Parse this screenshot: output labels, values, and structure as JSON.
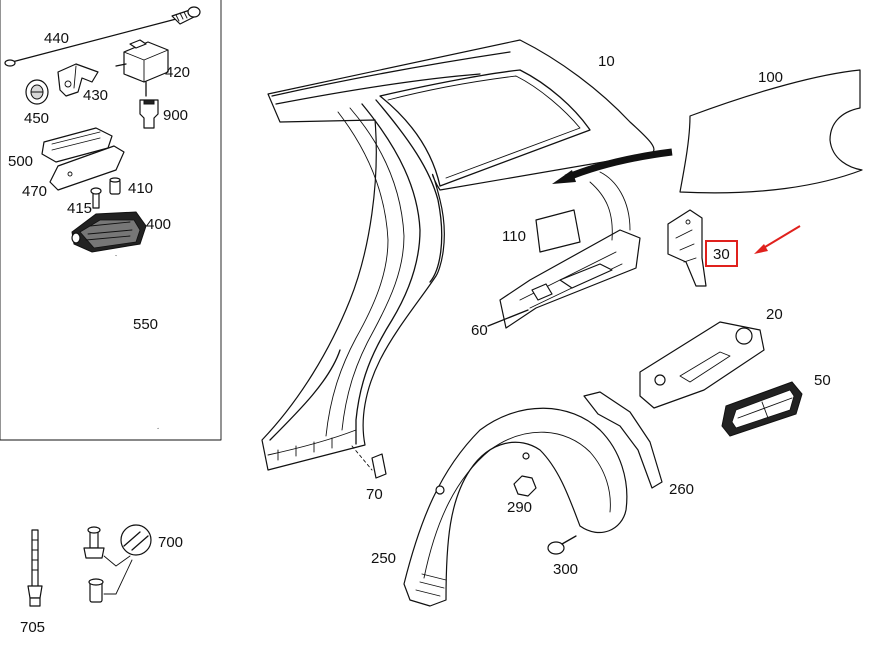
{
  "colors": {
    "line": "#111111",
    "highlight": "#e0211d",
    "background": "#ffffff"
  },
  "highlighted_part": "30",
  "parts": {
    "p440": "440",
    "p450": "450",
    "p430": "430",
    "p420": "420",
    "p900": "900",
    "p500": "500",
    "p470": "470",
    "p410": "410",
    "p415": "415",
    "p400": "400",
    "p550": "550",
    "p10": "10",
    "p100": "100",
    "p110": "110",
    "p30": "30",
    "p60": "60",
    "p20": "20",
    "p50": "50",
    "p70": "70",
    "p260": "260",
    "p290": "290",
    "p250": "250",
    "p300": "300",
    "p700": "700",
    "p705": "705"
  }
}
